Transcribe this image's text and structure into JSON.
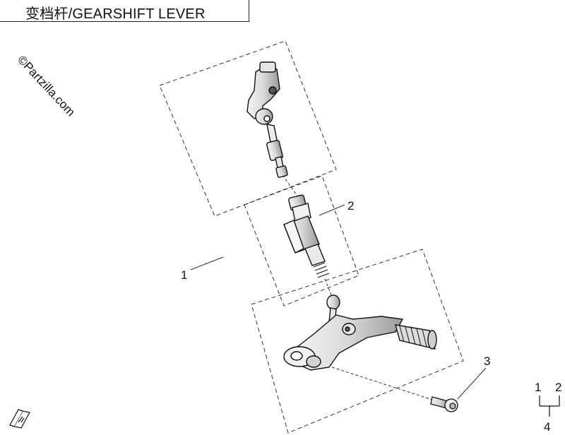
{
  "title": "变档杆/GEARSHIFT LEVER",
  "watermark": "©Partzilla.com",
  "callouts": {
    "one": "1",
    "two": "2",
    "three": "3",
    "set_a": "1",
    "set_b": "2",
    "set_total": "4"
  },
  "icons": {
    "front_marker": "front-direction-icon"
  }
}
